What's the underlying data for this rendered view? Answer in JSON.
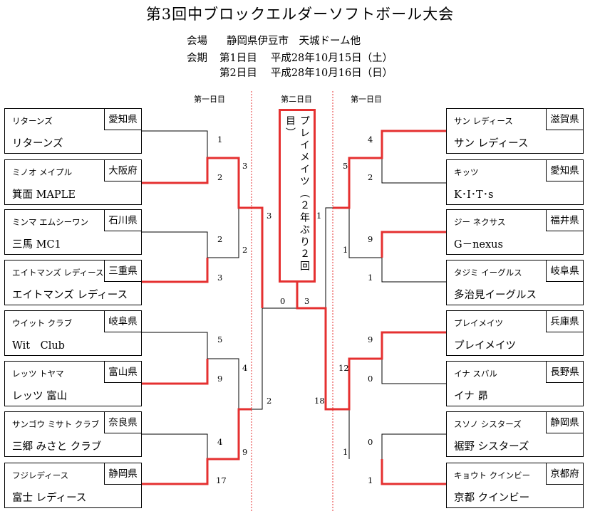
{
  "title": "第3回中ブロックエルダーソフトボール大会",
  "venue": {
    "label": "会場",
    "value": "静岡県伊豆市　天城ドーム他"
  },
  "period": {
    "label": "会期",
    "day1": "第1日目　 平成28年10月15日（土）",
    "day2": "第2日目　 平成28年10月16日（日）"
  },
  "day_labels": {
    "left": "第一日目",
    "center": "第二日目",
    "right": "第一日目"
  },
  "winner": "プレイメイツ（２年ぶり２回目）",
  "left_teams": [
    {
      "kana": "リターンズ",
      "pref": "愛知県",
      "name": "リターンズ"
    },
    {
      "kana": "ミノオ メイプル",
      "pref": "大阪府",
      "name": "箕面 MAPLE"
    },
    {
      "kana": "ミンマ エムシーワン",
      "pref": "石川県",
      "name": "三馬 MC1"
    },
    {
      "kana": "エイトマンズ レディース",
      "pref": "三重県",
      "name": "エイトマンズ レディース"
    },
    {
      "kana": "ウイット クラブ",
      "pref": "岐阜県",
      "name": "Wit　Club"
    },
    {
      "kana": "レッツ トヤマ",
      "pref": "富山県",
      "name": "レッツ 富山"
    },
    {
      "kana": "サンゴウ ミサト クラブ",
      "pref": "奈良県",
      "name": "三郷 みさと クラブ"
    },
    {
      "kana": "フジレディース",
      "pref": "静岡県",
      "name": "富士 レディース"
    }
  ],
  "right_teams": [
    {
      "kana": "サン レディース",
      "pref": "滋賀県",
      "name": "サン レディース"
    },
    {
      "kana": "キッツ",
      "pref": "愛知県",
      "name": "K･I･T･s"
    },
    {
      "kana": "ジー ネクサス",
      "pref": "福井県",
      "name": "G－nexus"
    },
    {
      "kana": "タジミ イーグルス",
      "pref": "岐阜県",
      "name": "多治見イーグルス"
    },
    {
      "kana": "プレイメイツ",
      "pref": "兵庫県",
      "name": "プレイメイツ"
    },
    {
      "kana": "イナ スバル",
      "pref": "長野県",
      "name": "イナ 昴"
    },
    {
      "kana": "スソノ シスターズ",
      "pref": "静岡県",
      "name": "裾野 シスターズ"
    },
    {
      "kana": "キョウト クインビー",
      "pref": "京都府",
      "name": "京都 クインビー"
    }
  ],
  "scores": {
    "left_r1": [
      "1",
      "2",
      "2",
      "3",
      "5",
      "9",
      "4",
      "17"
    ],
    "left_r2": [
      "3",
      "2",
      "4",
      "9"
    ],
    "left_semi": [
      "3",
      "2"
    ],
    "right_r1": [
      "4",
      "2",
      "9",
      "1",
      "9",
      "0",
      "0",
      "1"
    ],
    "right_r2": [
      "5",
      "1",
      "12",
      "1"
    ],
    "right_semi": [
      "1",
      "18"
    ],
    "final": [
      "0",
      "3"
    ]
  },
  "colors": {
    "winner_path": "#e53030",
    "line": "#000000",
    "divider": "#e53030"
  }
}
